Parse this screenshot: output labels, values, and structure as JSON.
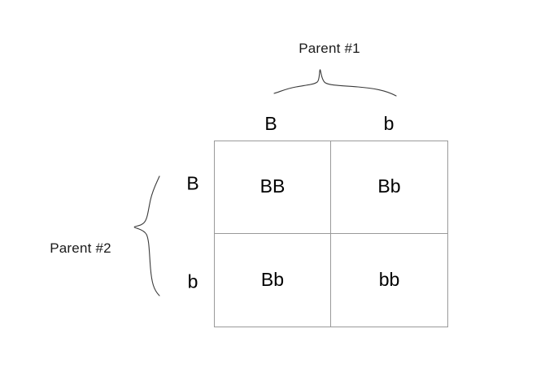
{
  "diagram": {
    "title_top": "Parent #1",
    "title_left": "Parent #2",
    "type": "punnett-square",
    "background_color": "#ffffff",
    "text_color": "#000000",
    "grid_line_color": "#9a9a9a",
    "brace_color": "#3a3a3a"
  },
  "parent1": {
    "label": "Parent #1",
    "alleles": [
      "B",
      "b"
    ],
    "brace": "top-curly-brace"
  },
  "parent2": {
    "label": "Parent #2",
    "alleles": [
      "B",
      "b"
    ],
    "brace": "left-curly-brace"
  },
  "grid": {
    "column_headers": [
      "B",
      "b"
    ],
    "row_headers": [
      "B",
      "b"
    ],
    "cells": [
      [
        "BB",
        "Bb"
      ],
      [
        "Bb",
        "bb"
      ]
    ]
  }
}
